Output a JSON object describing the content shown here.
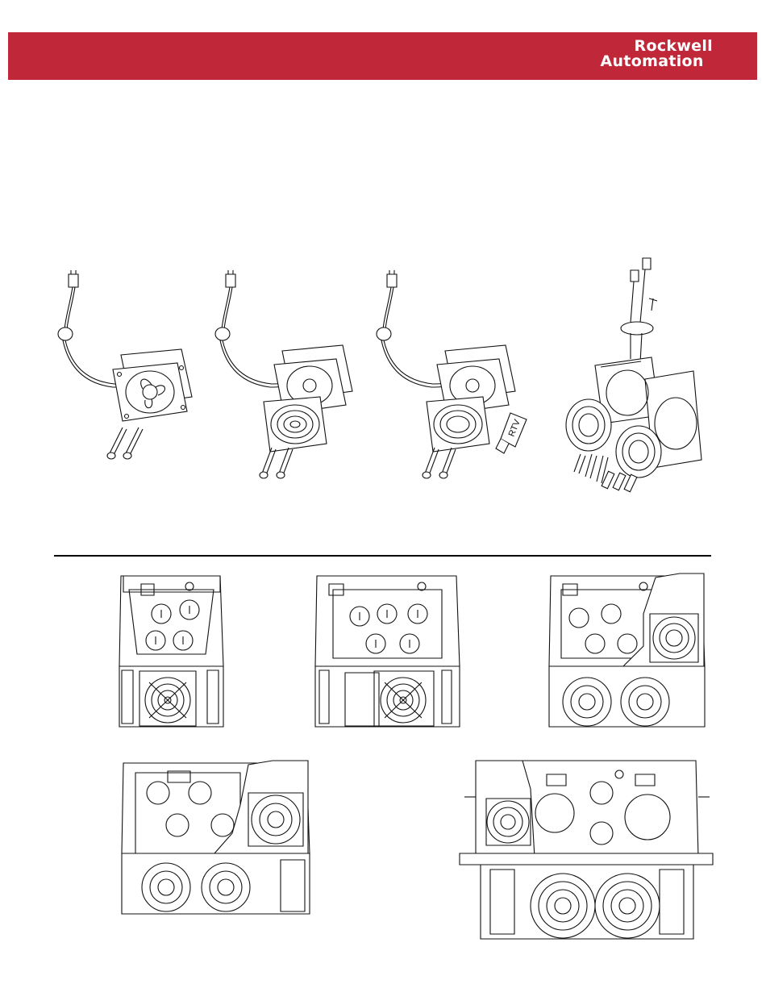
{
  "header": {
    "brand_colors": {
      "banner": "#c0283a",
      "text": "#ffffff"
    },
    "logo": {
      "line1": "Rockwell",
      "line2": "Automation"
    }
  },
  "kits": [
    {
      "id": "kit-1",
      "parts": [
        "fan",
        "connector-cable",
        "screws"
      ]
    },
    {
      "id": "kit-2",
      "parts": [
        "fan",
        "connector-cable",
        "finger-guard",
        "screws"
      ]
    },
    {
      "id": "kit-3",
      "parts": [
        "fan",
        "connector-cable",
        "finger-guard",
        "screws",
        "rtv-tube"
      ],
      "rtv_label": "RTV"
    },
    {
      "id": "kit-4",
      "parts": [
        "dual-fan",
        "connector-cables",
        "finger-guards",
        "screws",
        "plugs"
      ]
    }
  ],
  "drives": [
    {
      "id": "drive-1"
    },
    {
      "id": "drive-2"
    },
    {
      "id": "drive-3"
    },
    {
      "id": "drive-4"
    },
    {
      "id": "drive-5"
    }
  ]
}
